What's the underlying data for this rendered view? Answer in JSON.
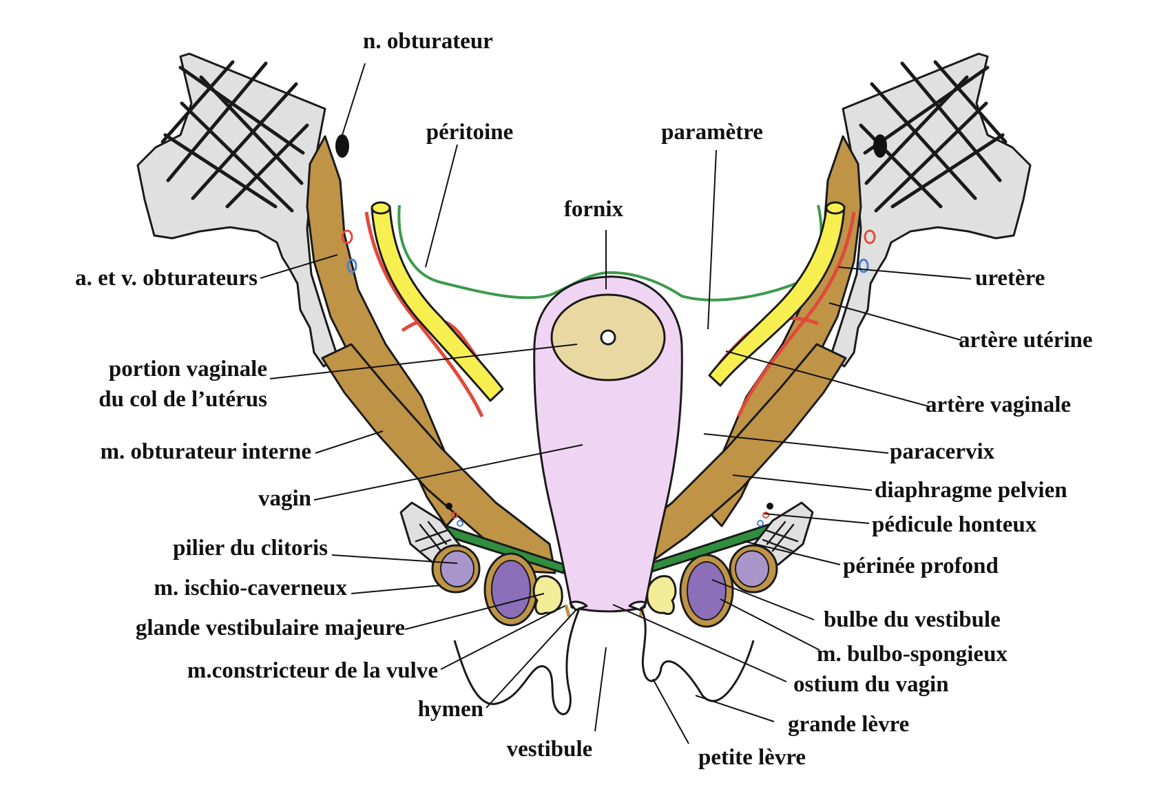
{
  "colors": {
    "bone": "#e0e0e0",
    "muscle": "#bf9447",
    "vagina": "#f0d4f4",
    "cervix": "#e9d8a2",
    "ureter": "#f7ef50",
    "artery": "#e04a3a",
    "vein": "#4a7fd6",
    "peritoneum": "#3c9a4c",
    "perineum": "#2f8f3f",
    "bulb": "#8b6fb8",
    "crus": "#a995c9",
    "gland": "#f2eb98"
  },
  "labels": {
    "n_obturateur": "n. obturateur",
    "peritoine": "péritoine",
    "parametre": "paramètre",
    "fornix": "fornix",
    "a_v_obturateurs": "a. et v. obturateurs",
    "uretere": "uretère",
    "artere_uterine": "artère utérine",
    "portion_vaginale_1": "portion vaginale",
    "portion_vaginale_2": "du col de l’utérus",
    "artere_vaginale": "artère vaginale",
    "m_obturateur_interne": "m. obturateur interne",
    "paracervix": "paracervix",
    "vagin": "vagin",
    "diaphragme_pelvien": "diaphragme pelvien",
    "pedicule_honteux": "pédicule honteux",
    "pilier_du_clitoris": "pilier du clitoris",
    "perinee_profond": "périnée profond",
    "m_ischio_caverneux": "m. ischio-caverneux",
    "bulbe_du_vestibule": "bulbe du vestibule",
    "glande_vestibulaire_majeure": "glande vestibulaire majeure",
    "m_bulbo_spongieux": "m. bulbo-spongieux",
    "m_constricteur_vulve": "m.constricteur de la vulve",
    "ostium_du_vagin": "ostium du vagin",
    "hymen": "hymen",
    "grande_levre": "grande lèvre",
    "vestibule": "vestibule",
    "petite_levre": "petite lèvre"
  }
}
